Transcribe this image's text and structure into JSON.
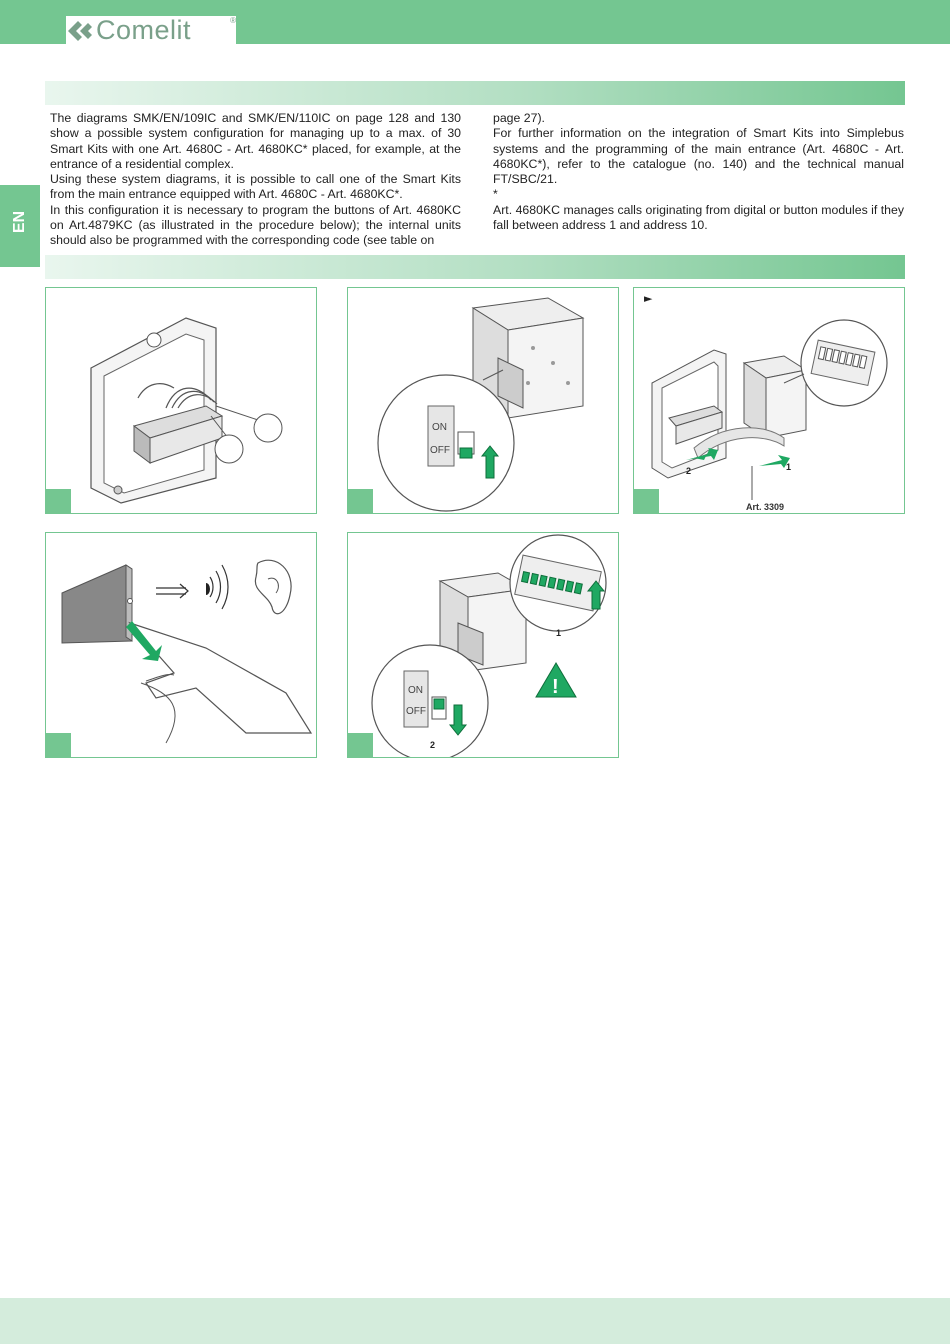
{
  "header": {
    "brand": "Comelit",
    "trademark": "®"
  },
  "side_tab": {
    "label": "EN"
  },
  "intro": {
    "left": [
      "The diagrams SMK/EN/109IC and SMK/EN/110IC on page 128 and 130 show a possible system configuration for managing up to a max. of 30 Smart Kits with one Art. 4680C - Art. 4680KC* placed, for example, at the entrance of a residential complex.",
      "Using these system diagrams, it is possible to call one of the Smart Kits from the main entrance equipped with Art. 4680C - Art. 4680KC*.",
      "In this configuration it is necessary to program the buttons of Art. 4680KC on Art.4879KC (as illustrated in the procedure below); the internal units should also be programmed with the corresponding code (see table on"
    ],
    "right": [
      "page 27).",
      "For further information on the integration of Smart Kits into Simplebus systems and the programming of the main entrance (Art. 4680C - Art. 4680KC*), refer to the catalogue (no. 140) and the technical manual FT/SBC/21.",
      "*",
      "Art. 4680KC manages calls originating from        digital or button modules if they fall between address 1 and address 10."
    ]
  },
  "figures": {
    "fig3": {
      "bullet": "►",
      "label_1": "1",
      "label_2": "2",
      "caption": "Art. 3309"
    },
    "fig5": {
      "label_1": "1",
      "label_2": "2",
      "warning_mark": "!"
    }
  },
  "switch": {
    "on": "ON",
    "off": "OFF"
  },
  "colors": {
    "brand_green": "#74c691",
    "accent_green": "#1fa862",
    "band_light": "#e9f6ee"
  }
}
